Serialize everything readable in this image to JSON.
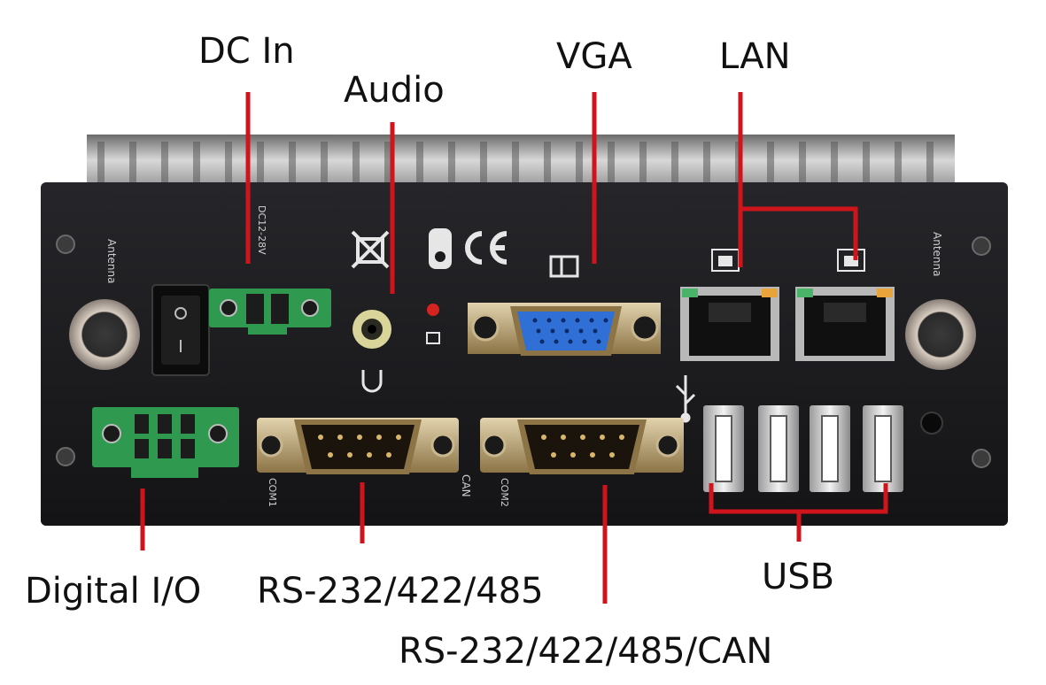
{
  "labels": {
    "dc_in": "DC In",
    "audio": "Audio",
    "vga": "VGA",
    "lan": "LAN",
    "digital_io": "Digital I/O",
    "rs232": "RS-232/422/485",
    "rs232_can": "RS-232/422/485/CAN",
    "usb": "USB"
  },
  "panel_markings": {
    "antenna_left": "Antenna",
    "antenna_right": "Antenna",
    "dc_rating": "DC12-28V",
    "com_left": "COM1",
    "can": "CAN",
    "com_right": "COM2"
  },
  "colors": {
    "leader": "#d0141b",
    "panel": "#1b1b1d",
    "terminal": "#2f9a4f",
    "vga_port": "#2f6fd6",
    "brass": "#b59a6a",
    "audio_jack": "#d9d49a",
    "led": "#d7231f"
  },
  "icons": [
    "recycle-bin-icon",
    "rcm-mark-icon",
    "ce-mark-icon",
    "monitor-icon",
    "network-icon",
    "usb-icon",
    "headphone-icon",
    "power-switch-icon"
  ]
}
